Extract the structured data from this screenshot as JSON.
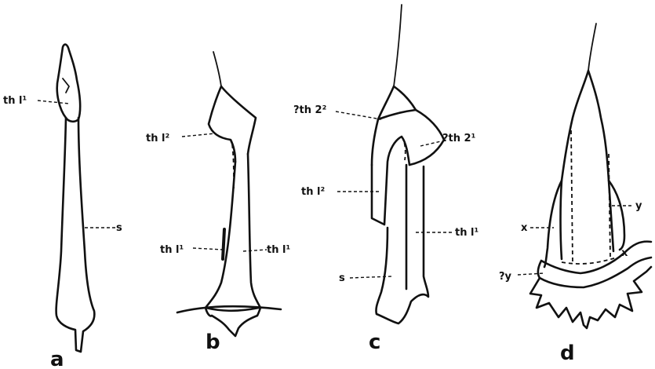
{
  "panels": {
    "a": {
      "letter": "a",
      "labels": {
        "th1_1": "th l¹",
        "s": "s"
      }
    },
    "b": {
      "letter": "b",
      "labels": {
        "th1_2": "th l²",
        "th1_left": "th l¹",
        "th1_right": "th l¹"
      }
    },
    "c": {
      "letter": "c",
      "labels": {
        "th2_2": "?th 2²",
        "th2_1": "?th 2¹",
        "th1_2": "th l²",
        "th1_1": "th l¹",
        "s": "s"
      }
    },
    "d": {
      "letter": "d",
      "labels": {
        "y": "y",
        "x_left": "x",
        "x_right": "x",
        "y_q": "?y"
      }
    }
  }
}
